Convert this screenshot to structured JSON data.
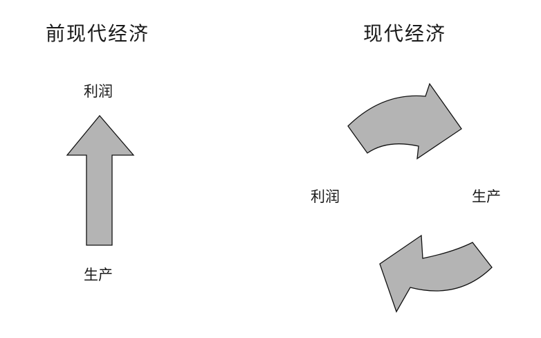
{
  "left_panel": {
    "title": "前现代经济",
    "top_label": "利润",
    "bottom_label": "生产"
  },
  "right_panel": {
    "title": "现代经济",
    "left_label": "利润",
    "right_label": "生产"
  },
  "colors": {
    "arrow_fill": "#b4b4b4",
    "arrow_stroke": "#111111",
    "text": "#1a1a1a",
    "background": "#ffffff"
  }
}
